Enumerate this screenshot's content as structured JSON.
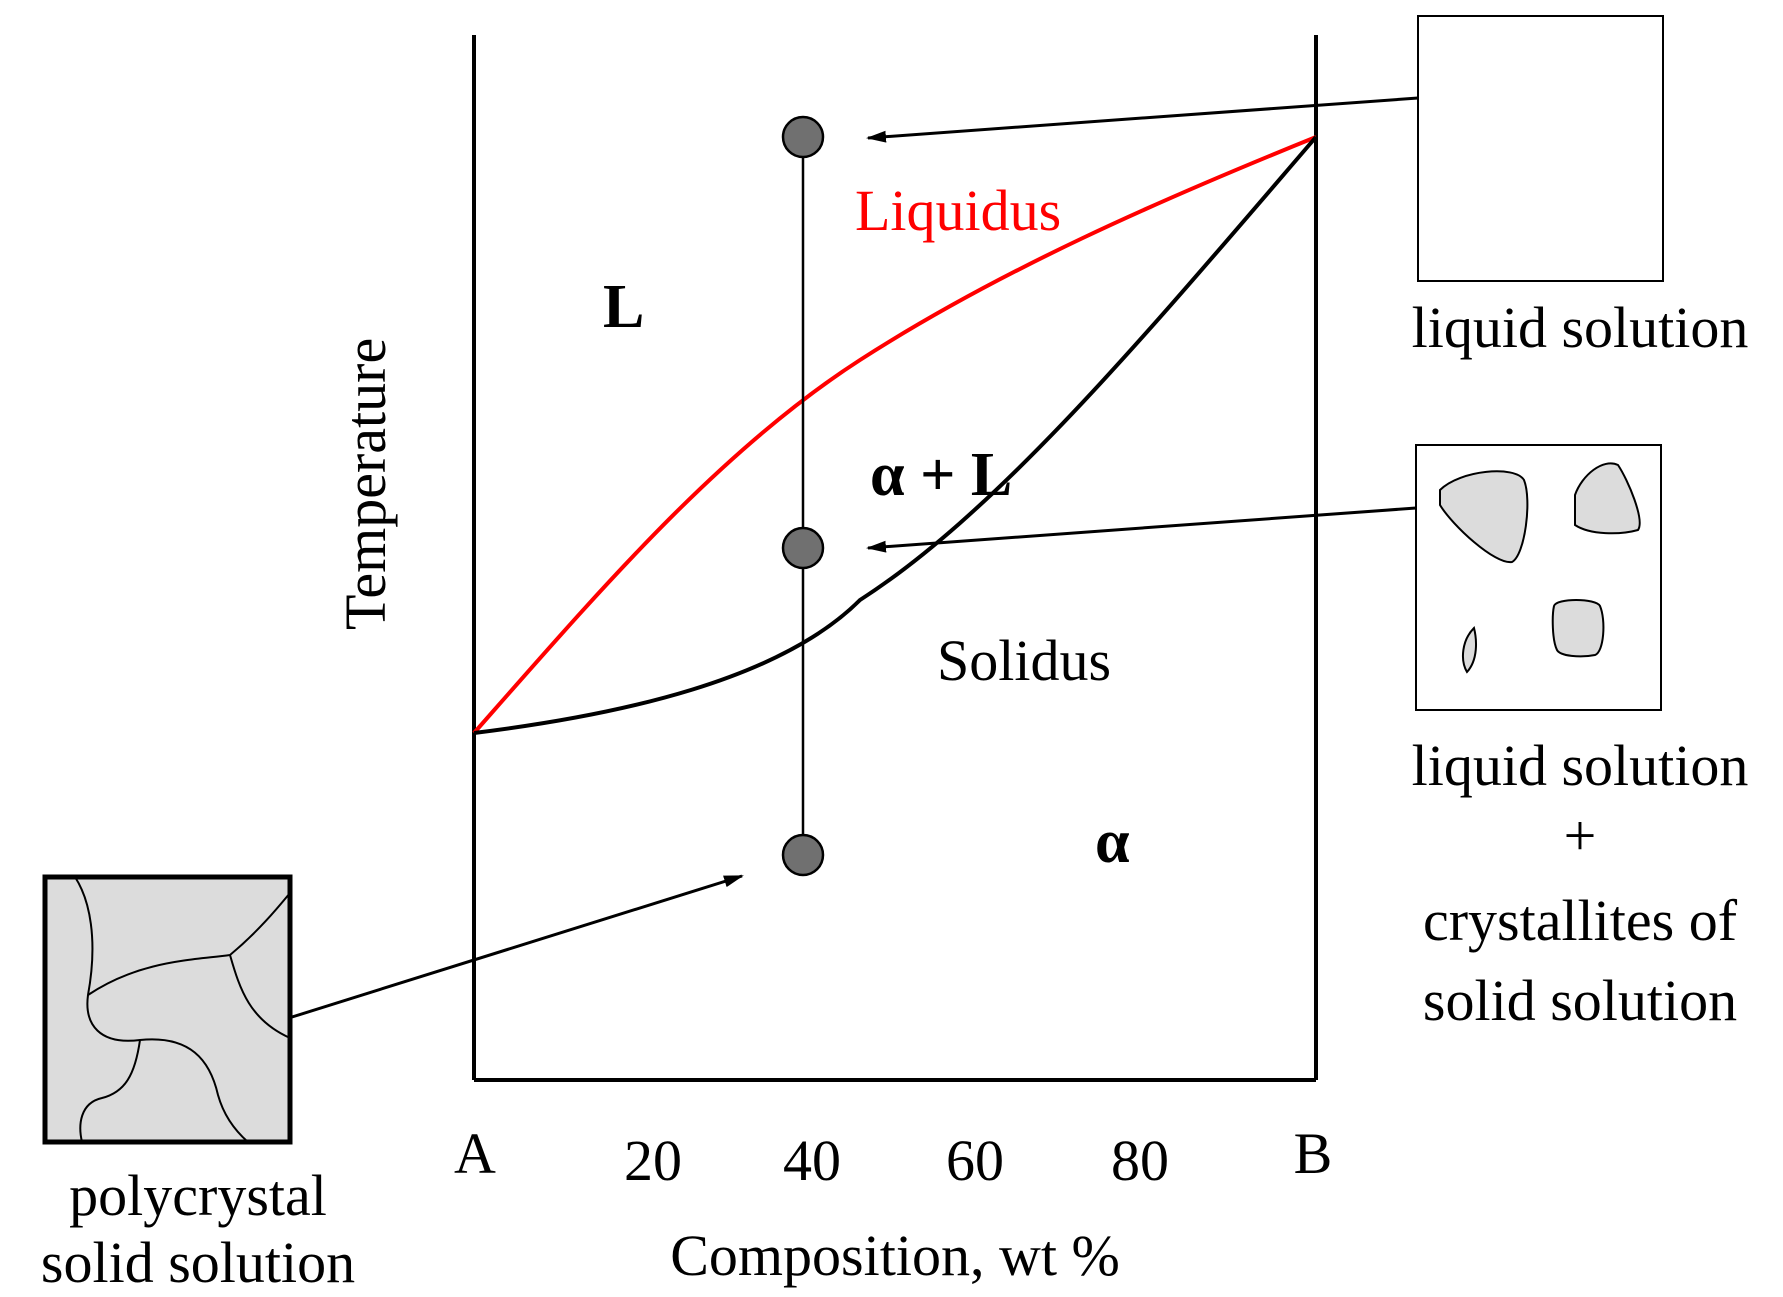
{
  "axes": {
    "y_label": "Temperature",
    "x_label": "Composition, wt %",
    "x_ticks": [
      "A",
      "20",
      "40",
      "60",
      "80",
      "B"
    ]
  },
  "curves": {
    "liquidus": {
      "label": "Liquidus",
      "color": "#ff0000"
    },
    "solidus": {
      "label": "Solidus",
      "color": "#000000"
    }
  },
  "regions": {
    "liquid": "L",
    "two_phase": "α + L",
    "solid": "α"
  },
  "insets": {
    "top_right": {
      "caption": "liquid solution"
    },
    "mid_right": {
      "caption_lines": [
        "liquid solution",
        "+",
        "crystallites of",
        "solid solution"
      ]
    },
    "bottom_left": {
      "caption_lines": [
        "polycrystal",
        "solid solution"
      ]
    }
  },
  "state_points": {
    "count": 3,
    "color": "#707070"
  },
  "colors": {
    "grain_fill": "#dcdcdc",
    "line": "#000000"
  }
}
